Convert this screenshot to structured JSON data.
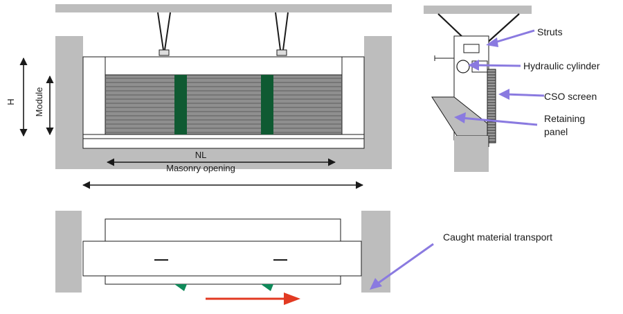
{
  "labels": {
    "h": "H",
    "module": "Module",
    "nl": "NL",
    "masonry_opening": "Masonry opening",
    "struts": "Struts",
    "hydraulic_cylinder": "Hydraulic cylinder",
    "cso_screen": "CSO screen",
    "retaining_panel_line1": "Retaining",
    "retaining_panel_line2": "panel",
    "caught_material_transport": "Caught material transport"
  },
  "colors": {
    "concrete": "#bdbdbd",
    "screen_grey": "#8f8f8f",
    "support_green": "#0f5a32",
    "callout_arrow": "#8a7ae0",
    "transport_arrow": "#e23a22",
    "line": "#1a1a1a"
  }
}
